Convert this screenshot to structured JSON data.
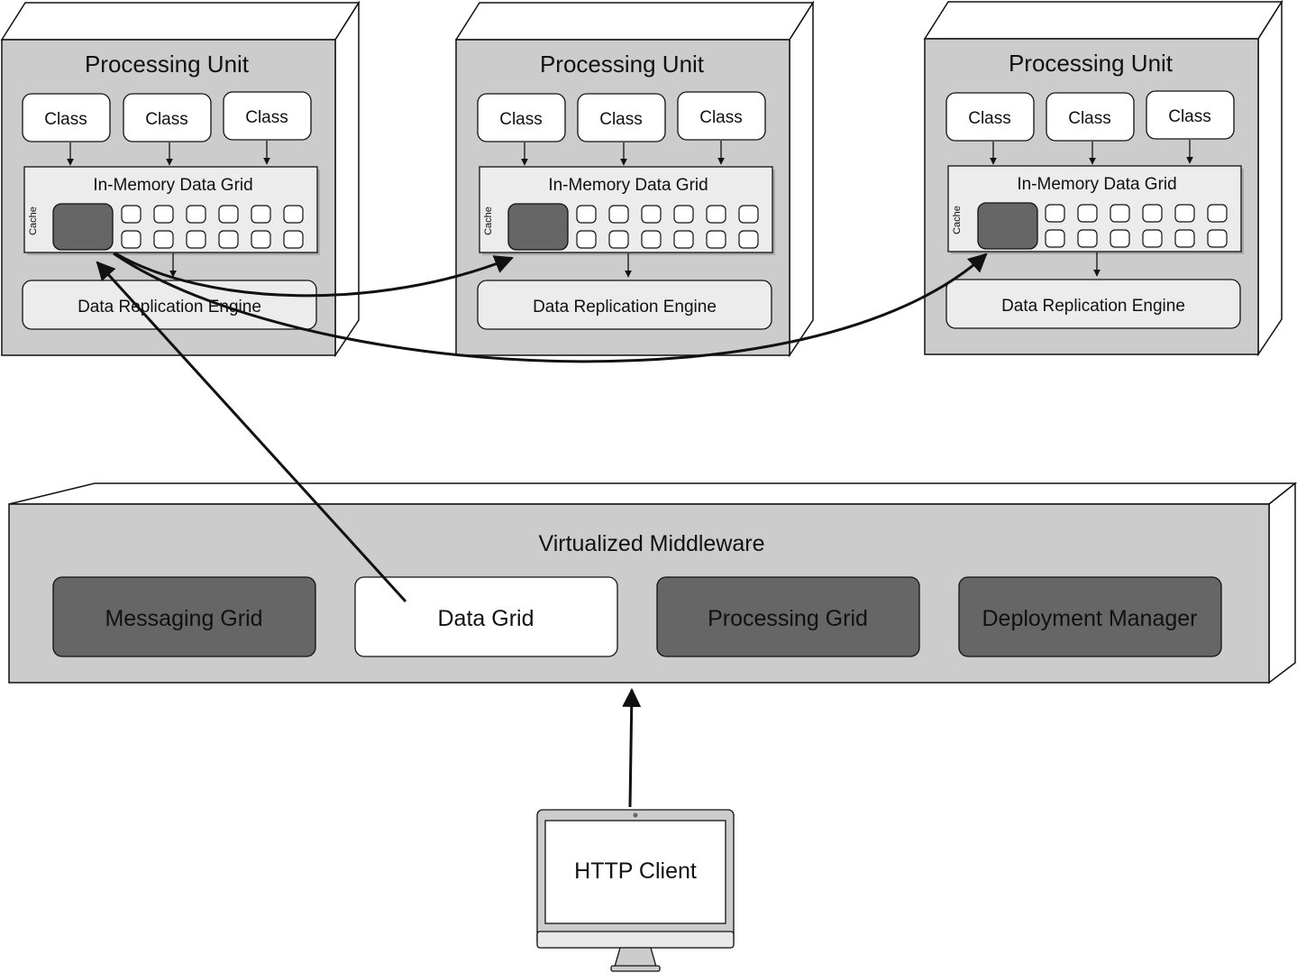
{
  "processing_units": [
    {
      "title": "Processing Unit",
      "classes": [
        "Class",
        "Class",
        "Class"
      ],
      "data_grid_label": "In-Memory Data Grid",
      "cache_label": "Cache",
      "replication_label": "Data Replication Engine"
    },
    {
      "title": "Processing Unit",
      "classes": [
        "Class",
        "Class",
        "Class"
      ],
      "data_grid_label": "In-Memory Data Grid",
      "cache_label": "Cache",
      "replication_label": "Data Replication Engine"
    },
    {
      "title": "Processing Unit",
      "classes": [
        "Class",
        "Class",
        "Class"
      ],
      "data_grid_label": "In-Memory Data Grid",
      "cache_label": "Cache",
      "replication_label": "Data Replication Engine"
    }
  ],
  "middleware": {
    "title": "Virtualized Middleware",
    "components": [
      {
        "label": "Messaging Grid",
        "highlighted": false
      },
      {
        "label": "Data Grid",
        "highlighted": true
      },
      {
        "label": "Processing Grid",
        "highlighted": false
      },
      {
        "label": "Deployment Manager",
        "highlighted": false
      }
    ]
  },
  "client": {
    "label": "HTTP Client"
  },
  "colors": {
    "unit_fill": "#cccccc",
    "dark_block": "#666666",
    "light_panel": "#ececec",
    "line": "#111111"
  }
}
